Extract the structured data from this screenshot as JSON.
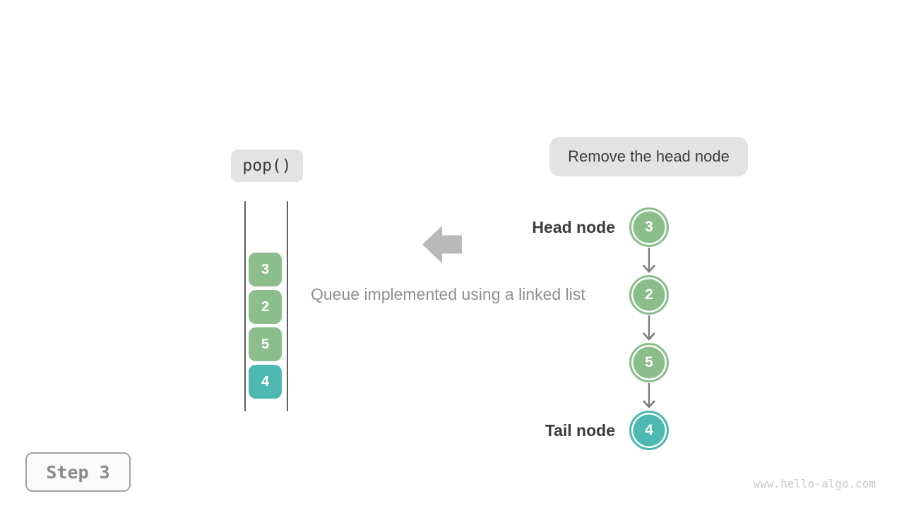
{
  "operation": {
    "label": "pop()"
  },
  "annotation": {
    "label": "Remove the head node"
  },
  "caption": {
    "text": "Queue implemented using a linked list"
  },
  "queue_stack": {
    "items": [
      {
        "value": "3",
        "color": "#8CBE8C"
      },
      {
        "value": "2",
        "color": "#8CBE8C"
      },
      {
        "value": "5",
        "color": "#8CBE8C"
      },
      {
        "value": "4",
        "color": "#4DB9B0"
      }
    ]
  },
  "linked_list": {
    "head_label": "Head node",
    "tail_label": "Tail node",
    "nodes": [
      {
        "value": "3",
        "color": "#8CBE8C"
      },
      {
        "value": "2",
        "color": "#8CBE8C"
      },
      {
        "value": "5",
        "color": "#8CBE8C"
      },
      {
        "value": "4",
        "color": "#4DB9B0"
      }
    ]
  },
  "step": {
    "label": "Step 3"
  },
  "watermark": {
    "text": "www.hello-algo.com"
  },
  "colors": {
    "green": "#8CBE8C",
    "teal": "#4DB9B0",
    "pill_gray": "#E3E3E3",
    "big_arrow_gray": "#B9B9B9",
    "connector_gray": "#7D7D7D",
    "text_dark": "#3D3D3D",
    "text_gray": "#8F8F8F",
    "watermark_gray": "#C9C9C9"
  }
}
